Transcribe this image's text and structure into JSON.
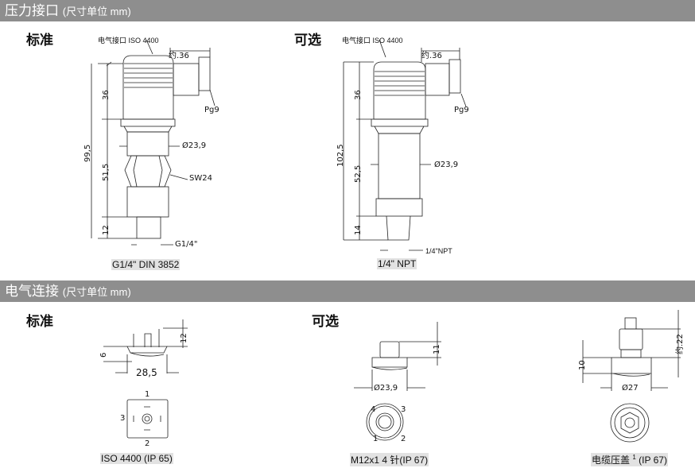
{
  "sections": [
    {
      "title": "压力接口",
      "unit": "(尺寸单位 mm)"
    },
    {
      "title": "电气连接",
      "unit": "(尺寸单位 mm)"
    }
  ],
  "pressure": {
    "standard": {
      "heading": "标准",
      "connector_label": "电气接口 ISO 4400",
      "width_dim": "约.36",
      "gland": "Pg9",
      "total": "99,5",
      "head": "36",
      "body": "51,5",
      "thread_len": "12",
      "diameter": "Ø23,9",
      "wrench": "SW24",
      "thread": "G1/4\"",
      "caption": "G1/4\" DIN 3852"
    },
    "optional": {
      "heading": "可选",
      "connector_label": "电气接口 ISO 4400",
      "width_dim": "约.36",
      "gland": "Pg9",
      "total": "102,5",
      "head": "36",
      "body": "52,5",
      "thread_len": "14",
      "diameter": "Ø23,9",
      "thread": "1/4\"NPT",
      "caption": "1/4\" NPT"
    }
  },
  "electrical": {
    "standard": {
      "heading": "标准",
      "h1": "6",
      "h2": "12",
      "width": "28,5",
      "pins": [
        "1",
        "2",
        "3"
      ],
      "caption": "ISO 4400 (IP 65)"
    },
    "optional": {
      "heading": "可选",
      "m12": {
        "height": "11",
        "diameter": "Ø23,9",
        "pins": [
          "1",
          "2",
          "3",
          "4"
        ],
        "caption": "M12x1 4 针(IP 67)"
      },
      "gland": {
        "h1": "10",
        "h2": "约.22",
        "diameter": "Ø27",
        "caption": "电缆压盖",
        "footnote": "1",
        "ip": "(IP 67)"
      }
    }
  }
}
